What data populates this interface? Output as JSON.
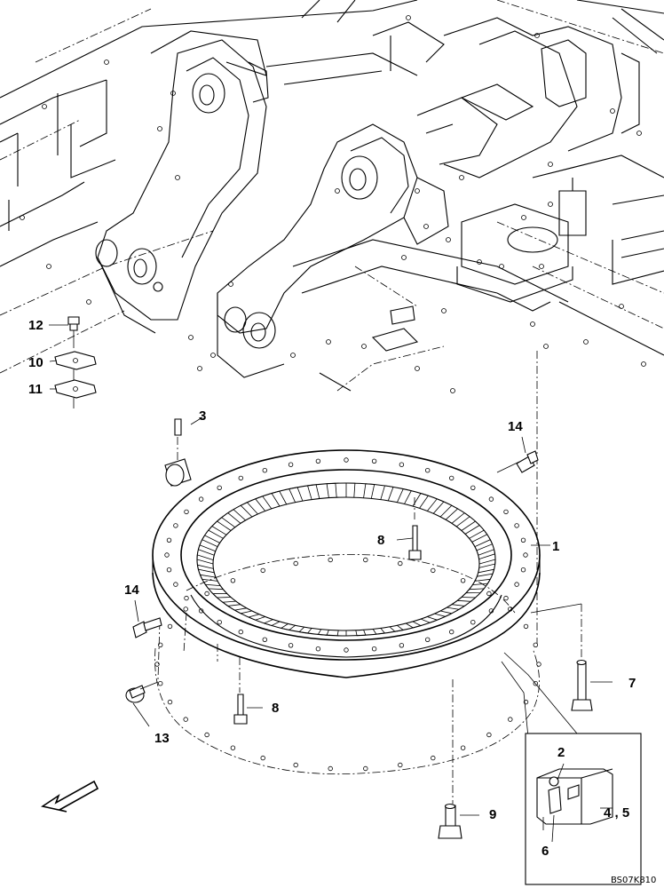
{
  "diagram": {
    "callouts": {
      "c1": "1",
      "c2": "2",
      "c3": "3",
      "c45": "4 , 5",
      "c6": "6",
      "c7": "7",
      "c8a": "8",
      "c8b": "8",
      "c9": "9",
      "c10": "10",
      "c11": "11",
      "c12": "12",
      "c13": "13",
      "c14a": "14",
      "c14b": "14"
    },
    "reference_code": "BS07K810",
    "direction_arrow_icon": "front-direction-arrow-icon"
  }
}
